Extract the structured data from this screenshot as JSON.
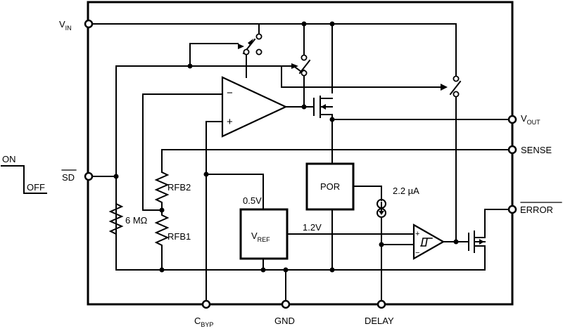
{
  "pins": {
    "vin": "V",
    "vin_sub": "IN",
    "sd": "SD",
    "vout": "V",
    "vout_sub": "OUT",
    "sense": "SENSE",
    "error": "ERROR",
    "cbyp": "C",
    "cbyp_sub": "BYP",
    "gnd": "GND",
    "delay": "DELAY"
  },
  "blocks": {
    "por": "POR",
    "vref": "V",
    "vref_sub": "REF"
  },
  "components": {
    "rfb1": "RFB1",
    "rfb2": "RFB2",
    "r_pulldown": "6 MΩ",
    "current_source": "2.2 µA",
    "amp_minus": "−",
    "amp_plus": "+",
    "comp_plus": "+",
    "comp_minus": "−"
  },
  "voltages": {
    "v05": "0.5V",
    "v12": "1.2V"
  },
  "legend": {
    "on": "ON",
    "off": "OFF"
  }
}
